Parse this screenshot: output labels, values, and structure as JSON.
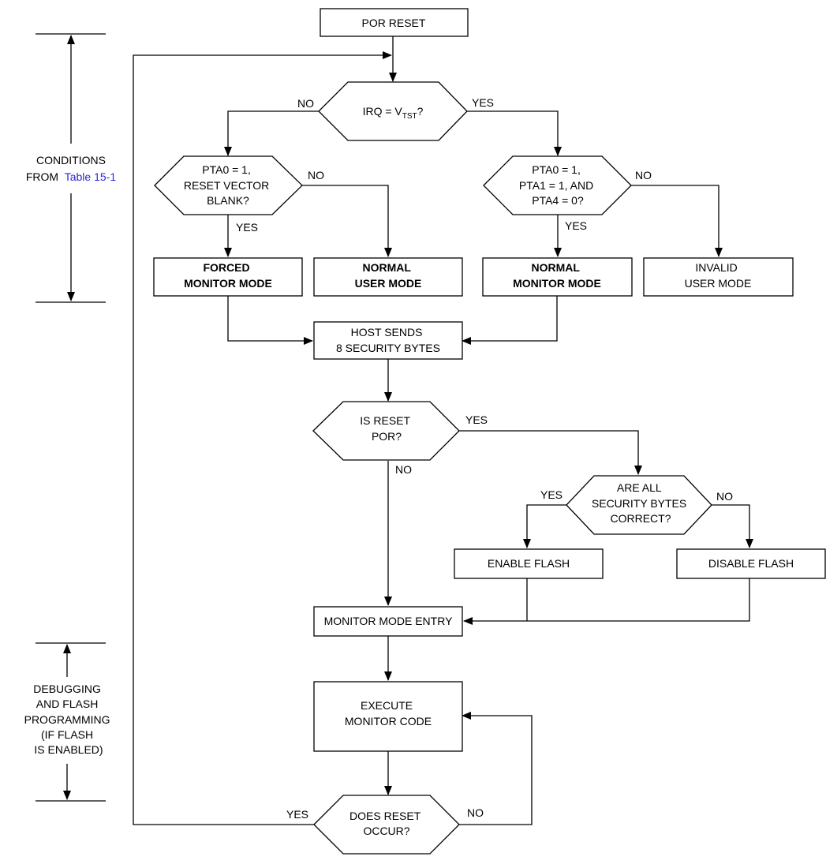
{
  "colors": {
    "line": "#000000",
    "link": "#2a2ad6",
    "background": "#ffffff"
  },
  "side_labels": {
    "conditions_line1": "CONDITIONS",
    "conditions_from": "FROM",
    "conditions_link": "Table 15-1",
    "debugging": [
      "DEBUGGING",
      "AND FLASH",
      "PROGRAMMING",
      "(IF FLASH",
      "IS ENABLED)"
    ]
  },
  "nodes": {
    "por_reset": [
      "POR RESET"
    ],
    "irq_check": {
      "pre": "IRQ = V",
      "sub": "TST",
      "post": "?"
    },
    "pta0_reset_vector": [
      "PTA0 = 1,",
      "RESET VECTOR",
      "BLANK?"
    ],
    "pta_check": [
      "PTA0 = 1,",
      "PTA1 = 1, AND",
      "PTA4 = 0?"
    ],
    "forced_monitor_mode": [
      "FORCED",
      "MONITOR MODE"
    ],
    "normal_user_mode": [
      "NORMAL",
      "USER MODE"
    ],
    "normal_monitor_mode": [
      "NORMAL",
      "MONITOR MODE"
    ],
    "invalid_user_mode": [
      "INVALID",
      "USER MODE"
    ],
    "host_sends": [
      "HOST SENDS",
      "8 SECURITY BYTES"
    ],
    "is_reset_por": [
      "IS RESET",
      "POR?"
    ],
    "security_bytes_check": [
      "ARE ALL",
      "SECURITY BYTES",
      "CORRECT?"
    ],
    "enable_flash": [
      "ENABLE FLASH"
    ],
    "disable_flash": [
      "DISABLE FLASH"
    ],
    "monitor_mode_entry": [
      "MONITOR MODE ENTRY"
    ],
    "execute_monitor_code": [
      "EXECUTE",
      "MONITOR CODE"
    ],
    "does_reset_occur": [
      "DOES RESET",
      "OCCUR?"
    ]
  },
  "edge_labels": {
    "irq_no": "NO",
    "irq_yes": "YES",
    "pta0_no": "NO",
    "pta0_yes": "YES",
    "pta_check_no": "NO",
    "pta_check_yes": "YES",
    "is_reset_yes": "YES",
    "is_reset_no": "NO",
    "security_yes": "YES",
    "security_no": "NO",
    "reset_yes": "YES",
    "reset_no": "NO"
  }
}
